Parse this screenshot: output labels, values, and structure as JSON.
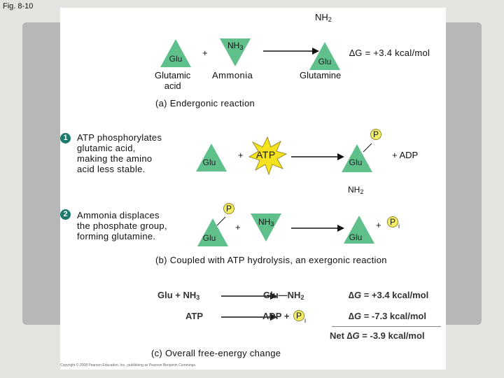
{
  "figure": {
    "label": "Fig. 8-10"
  },
  "panel_a": {
    "glu_left": "Glu",
    "plus": "+",
    "nh3_main": "NH",
    "nh3_sub": "3",
    "nh2_main": "NH",
    "nh2_sub": "2",
    "glu_right": "Glu",
    "delta_g": "∆G = +3.4 kcal/mol",
    "label_glutamic": "Glutamic\nacid",
    "label_ammonia": "Ammonia",
    "label_glutamine": "Glutamine",
    "caption": "(a) Endergonic reaction"
  },
  "panel_b": {
    "step1": {
      "number": "1",
      "text": "ATP phosphorylates\nglutamic acid,\nmaking the amino\nacid less stable.",
      "glu": "Glu",
      "plus": "+",
      "atp": "ATP",
      "glu_product": "Glu",
      "p": "P",
      "plus_adp": "+ ADP"
    },
    "step2": {
      "number": "2",
      "text": "Ammonia displaces\nthe phosphate group,\nforming glutamine.",
      "glu": "Glu",
      "p": "P",
      "plus": "+",
      "nh3_main": "NH",
      "nh3_sub": "3",
      "nh2_main": "NH",
      "nh2_sub": "2",
      "glu_product": "Glu",
      "plus2": "+",
      "pi_main": "P",
      "pi_sub": "i"
    },
    "caption": "(b) Coupled with ATP hydrolysis, an exergonic reaction"
  },
  "panel_c": {
    "row1": {
      "left": "Glu + NH",
      "left_sub": "3",
      "right": "Glu—NH",
      "right_sub": "2",
      "dg_label": "∆G",
      "dg_value": "= +3.4 kcal/mol"
    },
    "row2": {
      "left": "ATP",
      "right": "ADP +",
      "right_p": "P",
      "right_p_sub": "i",
      "dg_label": "∆G",
      "dg_value": "= -7.3 kcal/mol"
    },
    "row3": {
      "net": "Net",
      "dg_label": "∆G",
      "dg_value": "= -3.9 kcal/mol"
    },
    "caption": "(c) Overall free-energy change"
  },
  "credit": "Copyright © 2008 Pearson Education, Inc., publishing as Pearson Benjamin Cummings.",
  "colors": {
    "glutamate_triangle": "#5fc08c",
    "phosphate_fill": "#f3ee66",
    "atp_burst": "#f5e21f",
    "step_badge": "#1d7a6a",
    "slide_background": "#b7b7b7"
  },
  "icons": [
    "glutamate-triangle",
    "phosphate-circle",
    "atp-starburst",
    "reaction-arrow"
  ]
}
